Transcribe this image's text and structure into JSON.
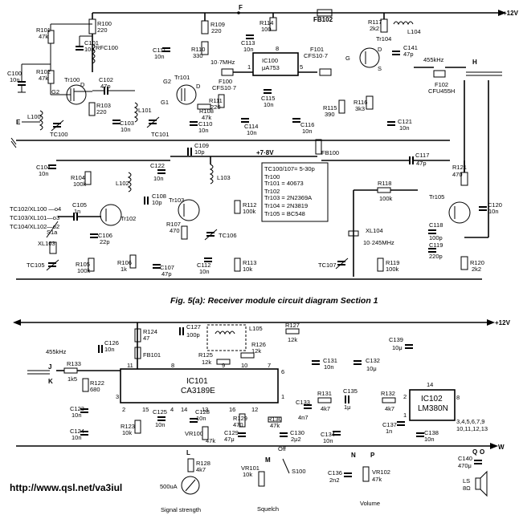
{
  "figure": {
    "caption": "Fig. 5(a): Receiver module circuit diagram Section 1",
    "url": "http://www.qsl.net/va3iul"
  },
  "rails": {
    "plus12_top": "+12V",
    "plus12_bottom": "+12V",
    "plus78": "+7·8V",
    "w_out": "W"
  },
  "nodes": {
    "F": "F",
    "E": "E",
    "H": "H",
    "J": "J",
    "K": "K",
    "L": "L",
    "M": "M",
    "N": "N",
    "O": "O",
    "P": "P",
    "Q": "Q"
  },
  "ferrites": {
    "fb100": "FB100",
    "fb101": "FB101",
    "fb102": "FB102"
  },
  "section1": {
    "R100": [
      "R100",
      "220"
    ],
    "R101": [
      "R101",
      "47k"
    ],
    "R102": [
      "R102",
      "47k"
    ],
    "R103": [
      "R103",
      "220"
    ],
    "R104": [
      "R104",
      "100k"
    ],
    "R105": [
      "R105",
      "100k"
    ],
    "R106": [
      "R106",
      "1k"
    ],
    "R107": [
      "R107",
      "470"
    ],
    "R108": [
      "R108",
      "47k"
    ],
    "R109": [
      "R109",
      "220"
    ],
    "R110": [
      "R110",
      "330"
    ],
    "R111": [
      "R111",
      "220"
    ],
    "R112": [
      "R112",
      "100k"
    ],
    "R113": [
      "R113",
      "10k"
    ],
    "R114": [
      "R114",
      "100"
    ],
    "R115": [
      "R115",
      "390"
    ],
    "R116": [
      "R116",
      "3k3"
    ],
    "R117": [
      "R117",
      "2k2"
    ],
    "R118": [
      "R118",
      "100k"
    ],
    "R119": [
      "R119",
      "100k"
    ],
    "R120": [
      "R120",
      "2k2"
    ],
    "R121": [
      "R121",
      "470"
    ],
    "C100": [
      "C100",
      "10n"
    ],
    "C101": [
      "C101",
      "10n"
    ],
    "C102": [
      "C102",
      "47p"
    ],
    "C103": [
      "C103",
      "10n"
    ],
    "C104": [
      "C104",
      "10n"
    ],
    "C105": [
      "C105",
      "1n"
    ],
    "C106": [
      "C106",
      "22p"
    ],
    "C107": [
      "C107",
      "47p"
    ],
    "C108": [
      "C108",
      "10p"
    ],
    "C109": [
      "C109",
      "10p"
    ],
    "C110": [
      "C110",
      "10n"
    ],
    "C111": [
      "C111",
      "10n"
    ],
    "C112": [
      "C112",
      "10n"
    ],
    "C113": [
      "C113",
      "10n"
    ],
    "C114": [
      "C114",
      "10n"
    ],
    "C115": [
      "C115",
      "10n"
    ],
    "C116": [
      "C116",
      "10n"
    ],
    "C117": [
      "C117",
      "47p"
    ],
    "C118": [
      "C118",
      "100p"
    ],
    "C119": [
      "C119",
      "220p"
    ],
    "C120": [
      "C120",
      "10n"
    ],
    "C121": [
      "C121",
      "10n"
    ],
    "C122": [
      "C122",
      "10n"
    ],
    "C141": [
      "C141",
      "47p"
    ],
    "L100": "L100",
    "L101": "L101",
    "L102": "L102",
    "L103": "L103",
    "L104": "L104",
    "RFC100": "RFC100",
    "TC100": "TC100",
    "TC101": "TC101",
    "TC105": "TC105",
    "TC106": "TC106",
    "TC107": "TC107",
    "Tr100": "Tr100",
    "Tr101": "Tr101",
    "Tr102": "Tr102",
    "Tr103": "Tr103",
    "Tr104": "Tr104",
    "Tr105": "Tr105",
    "IC100": [
      "IC100",
      "μA753"
    ],
    "F100": [
      "F100",
      "CFS10·7"
    ],
    "F101": [
      "F101",
      "CFS10·7"
    ],
    "F102": [
      "F102",
      "CFU455H"
    ],
    "XL103": "XL103",
    "XL104": [
      "XL104",
      "10·245MHz"
    ],
    "S1a": "S1a",
    "freq_107": "10·7MHz",
    "freq_455": "455kHz",
    "xtal_table": [
      "TC102/XL100 —o4",
      "TC103/XL101—o3",
      "TC104/XL102—o2"
    ],
    "pins": {
      "G1": "G1",
      "G2": "G2",
      "D": "D",
      "S": "S",
      "G": "G"
    },
    "legend": [
      "TC100/107= 5-30p",
      "Tr100",
      "Tr101 = 40673",
      "Tr102",
      "Tr103 = 2N2369A",
      "Tr104 = 2N3819",
      "Tr105 = BC548"
    ]
  },
  "section2": {
    "IC101": [
      "IC101",
      "CA3189E"
    ],
    "IC102": [
      "IC102",
      "LM380N"
    ],
    "R122": [
      "R122",
      "680"
    ],
    "R123": [
      "R123",
      "10k"
    ],
    "R124": [
      "R124",
      "47"
    ],
    "R125": [
      "R125",
      "12k"
    ],
    "R126": [
      "R126",
      "12k"
    ],
    "R127": [
      "R127",
      "12k"
    ],
    "R128": [
      "R128",
      "4k7"
    ],
    "R129": [
      "R129",
      "470"
    ],
    "R130": [
      "R130",
      "47k"
    ],
    "R131": [
      "R131",
      "4k7"
    ],
    "R132": [
      "R132",
      "4k7"
    ],
    "R133": [
      "R133",
      "1k5"
    ],
    "C123": [
      "C123",
      "10n"
    ],
    "C124": [
      "C124",
      "10n"
    ],
    "C125": [
      "C125",
      "10n"
    ],
    "C126": [
      "C126",
      "10n"
    ],
    "C127": [
      "C127",
      "100p"
    ],
    "C128": [
      "C128",
      "10n"
    ],
    "C129": [
      "C129",
      "47μ"
    ],
    "C130": [
      "C130",
      "2μ2"
    ],
    "C131": [
      "C131",
      "10n"
    ],
    "C132": [
      "C132",
      "10μ"
    ],
    "C133": [
      "C133",
      "4n7"
    ],
    "C134": [
      "C134",
      "10n"
    ],
    "C135": [
      "C135",
      "1μ"
    ],
    "C136": [
      "C136",
      "2n2"
    ],
    "C137": [
      "C137",
      "1n"
    ],
    "C138": [
      "C138",
      "10n"
    ],
    "C139": [
      "C139",
      "10μ"
    ],
    "C140": [
      "C140",
      "470μ"
    ],
    "L105": "L105",
    "VR100": [
      "VR100",
      "47k"
    ],
    "VR101": [
      "VR101",
      "10k"
    ],
    "VR102": [
      "VR102",
      "47k"
    ],
    "S100": "S100",
    "switch_off": "Off",
    "meter": "500uA",
    "LS": [
      "LS",
      "8Ω"
    ],
    "freq_455_in": "455kHz",
    "lm380_pins": [
      "3,4,5,6,7,9",
      "10,11,12,13"
    ],
    "pin_numbers": [
      "1",
      "2",
      "3",
      "4",
      "5",
      "6",
      "7",
      "8",
      "9",
      "10",
      "11",
      "12",
      "13",
      "14",
      "15",
      "16"
    ],
    "labels": {
      "signal": "Signal strength",
      "squelch": "Squelch",
      "volume": "Volume"
    }
  }
}
